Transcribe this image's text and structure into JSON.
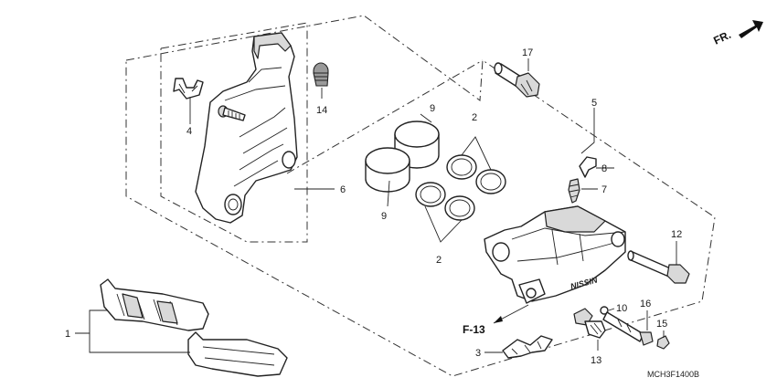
{
  "diagram": {
    "direction_label": "FR.",
    "ref_label": "F-13",
    "drawing_code": "MCH3F1400B",
    "callouts": {
      "c1": "1",
      "c2a": "2",
      "c2b": "2",
      "c3": "3",
      "c4": "4",
      "c5": "5",
      "c6": "6",
      "c7": "7",
      "c8": "8",
      "c9a": "9",
      "c9b": "9",
      "c10": "10",
      "c12": "12",
      "c13": "13",
      "c14": "14",
      "c15": "15",
      "c16": "16",
      "c17": "17"
    },
    "brand_mark": "NISSIN"
  }
}
